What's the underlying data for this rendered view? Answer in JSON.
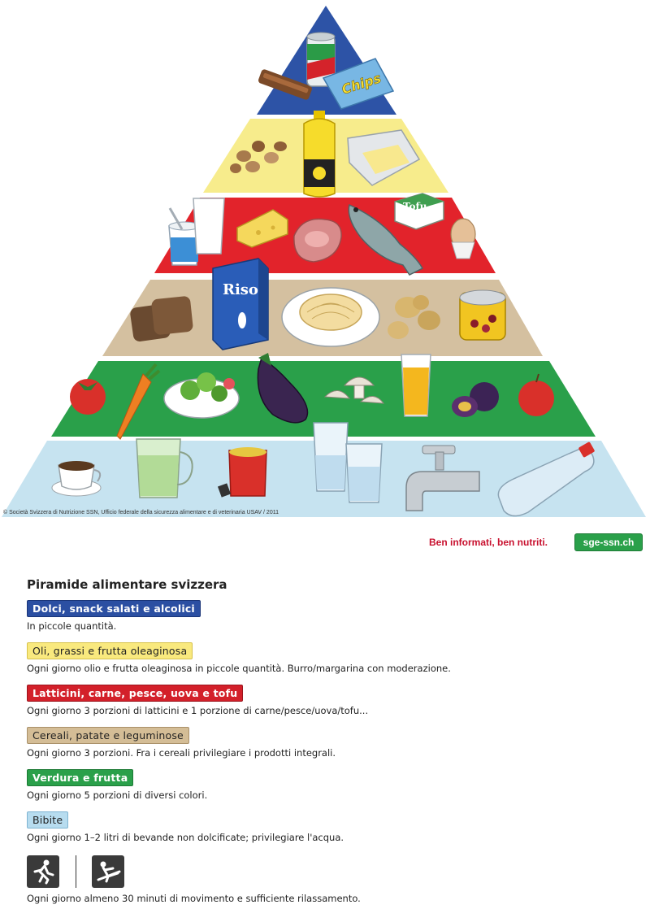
{
  "pyramid": {
    "tiers": [
      {
        "color": "#2d53a6"
      },
      {
        "color": "#f7ec8c"
      },
      {
        "color": "#e2232b"
      },
      {
        "color": "#d4c0a0"
      },
      {
        "color": "#2aa04a"
      },
      {
        "color": "#c6e3f0"
      }
    ],
    "labels": {
      "chips": "Chips",
      "tofu": "Tofu",
      "riso": "Riso"
    }
  },
  "copyright": "© Società Svizzera di Nutrizione SSN, Ufficio federale della sicurezza alimentare e di veterinaria USAV / 2011",
  "slogan": "Ben informati, ben nutriti.",
  "site": "sge-ssn.ch",
  "legend": {
    "title": "Piramide alimentare svizzera",
    "categories": [
      {
        "label": "Dolci, snack salati e alcolici",
        "desc": "In piccole quantità."
      },
      {
        "label": "Oli, grassi e frutta oleaginosa",
        "desc": "Ogni giorno olio e frutta oleaginosa in piccole quantità. Burro/margarina con moderazione."
      },
      {
        "label": "Latticini, carne, pesce, uova e tofu",
        "desc": "Ogni giorno 3 porzioni di latticini e 1 porzione di carne/pesce/uova/tofu..."
      },
      {
        "label": "Cereali, patate e leguminose",
        "desc": "Ogni giorno 3 porzioni. Fra i cereali privilegiare i prodotti integrali."
      },
      {
        "label": "Verdura e frutta",
        "desc": "Ogni giorno 5 porzioni di diversi colori."
      },
      {
        "label": "Bibite",
        "desc": "Ogni giorno 1–2 litri di bevande non dolcificate; privilegiare l'acqua."
      }
    ],
    "final": "Ogni giorno almeno 30 minuti di movimento e sufficiente rilassamento."
  },
  "icons": [
    "running-person-icon",
    "relaxing-person-icon"
  ]
}
